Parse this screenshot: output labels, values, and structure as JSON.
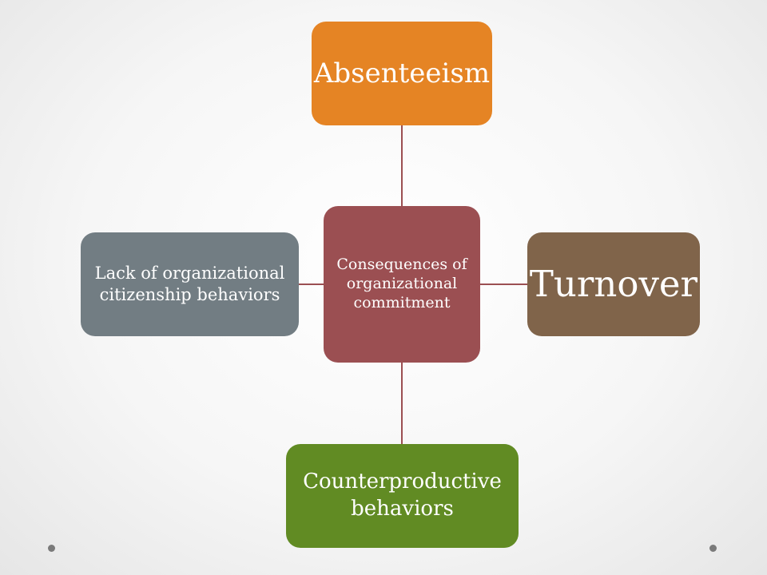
{
  "diagram": {
    "center": {
      "label": "Consequences of organizational commitment",
      "color": "#9b4f52"
    },
    "nodes": [
      {
        "id": "top",
        "label": "Absenteeism",
        "color": "#e58424"
      },
      {
        "id": "right",
        "label": "Turnover",
        "color": "#80644a"
      },
      {
        "id": "bottom",
        "label": "Counterproductive behaviors",
        "color": "#618b23"
      },
      {
        "id": "left",
        "label": "Lack of organizational citizenship behaviors",
        "color": "#727d83"
      }
    ],
    "connector_color": "#9b4f52"
  },
  "decorations": {
    "corner_dot_color": "#7a7a7a"
  }
}
